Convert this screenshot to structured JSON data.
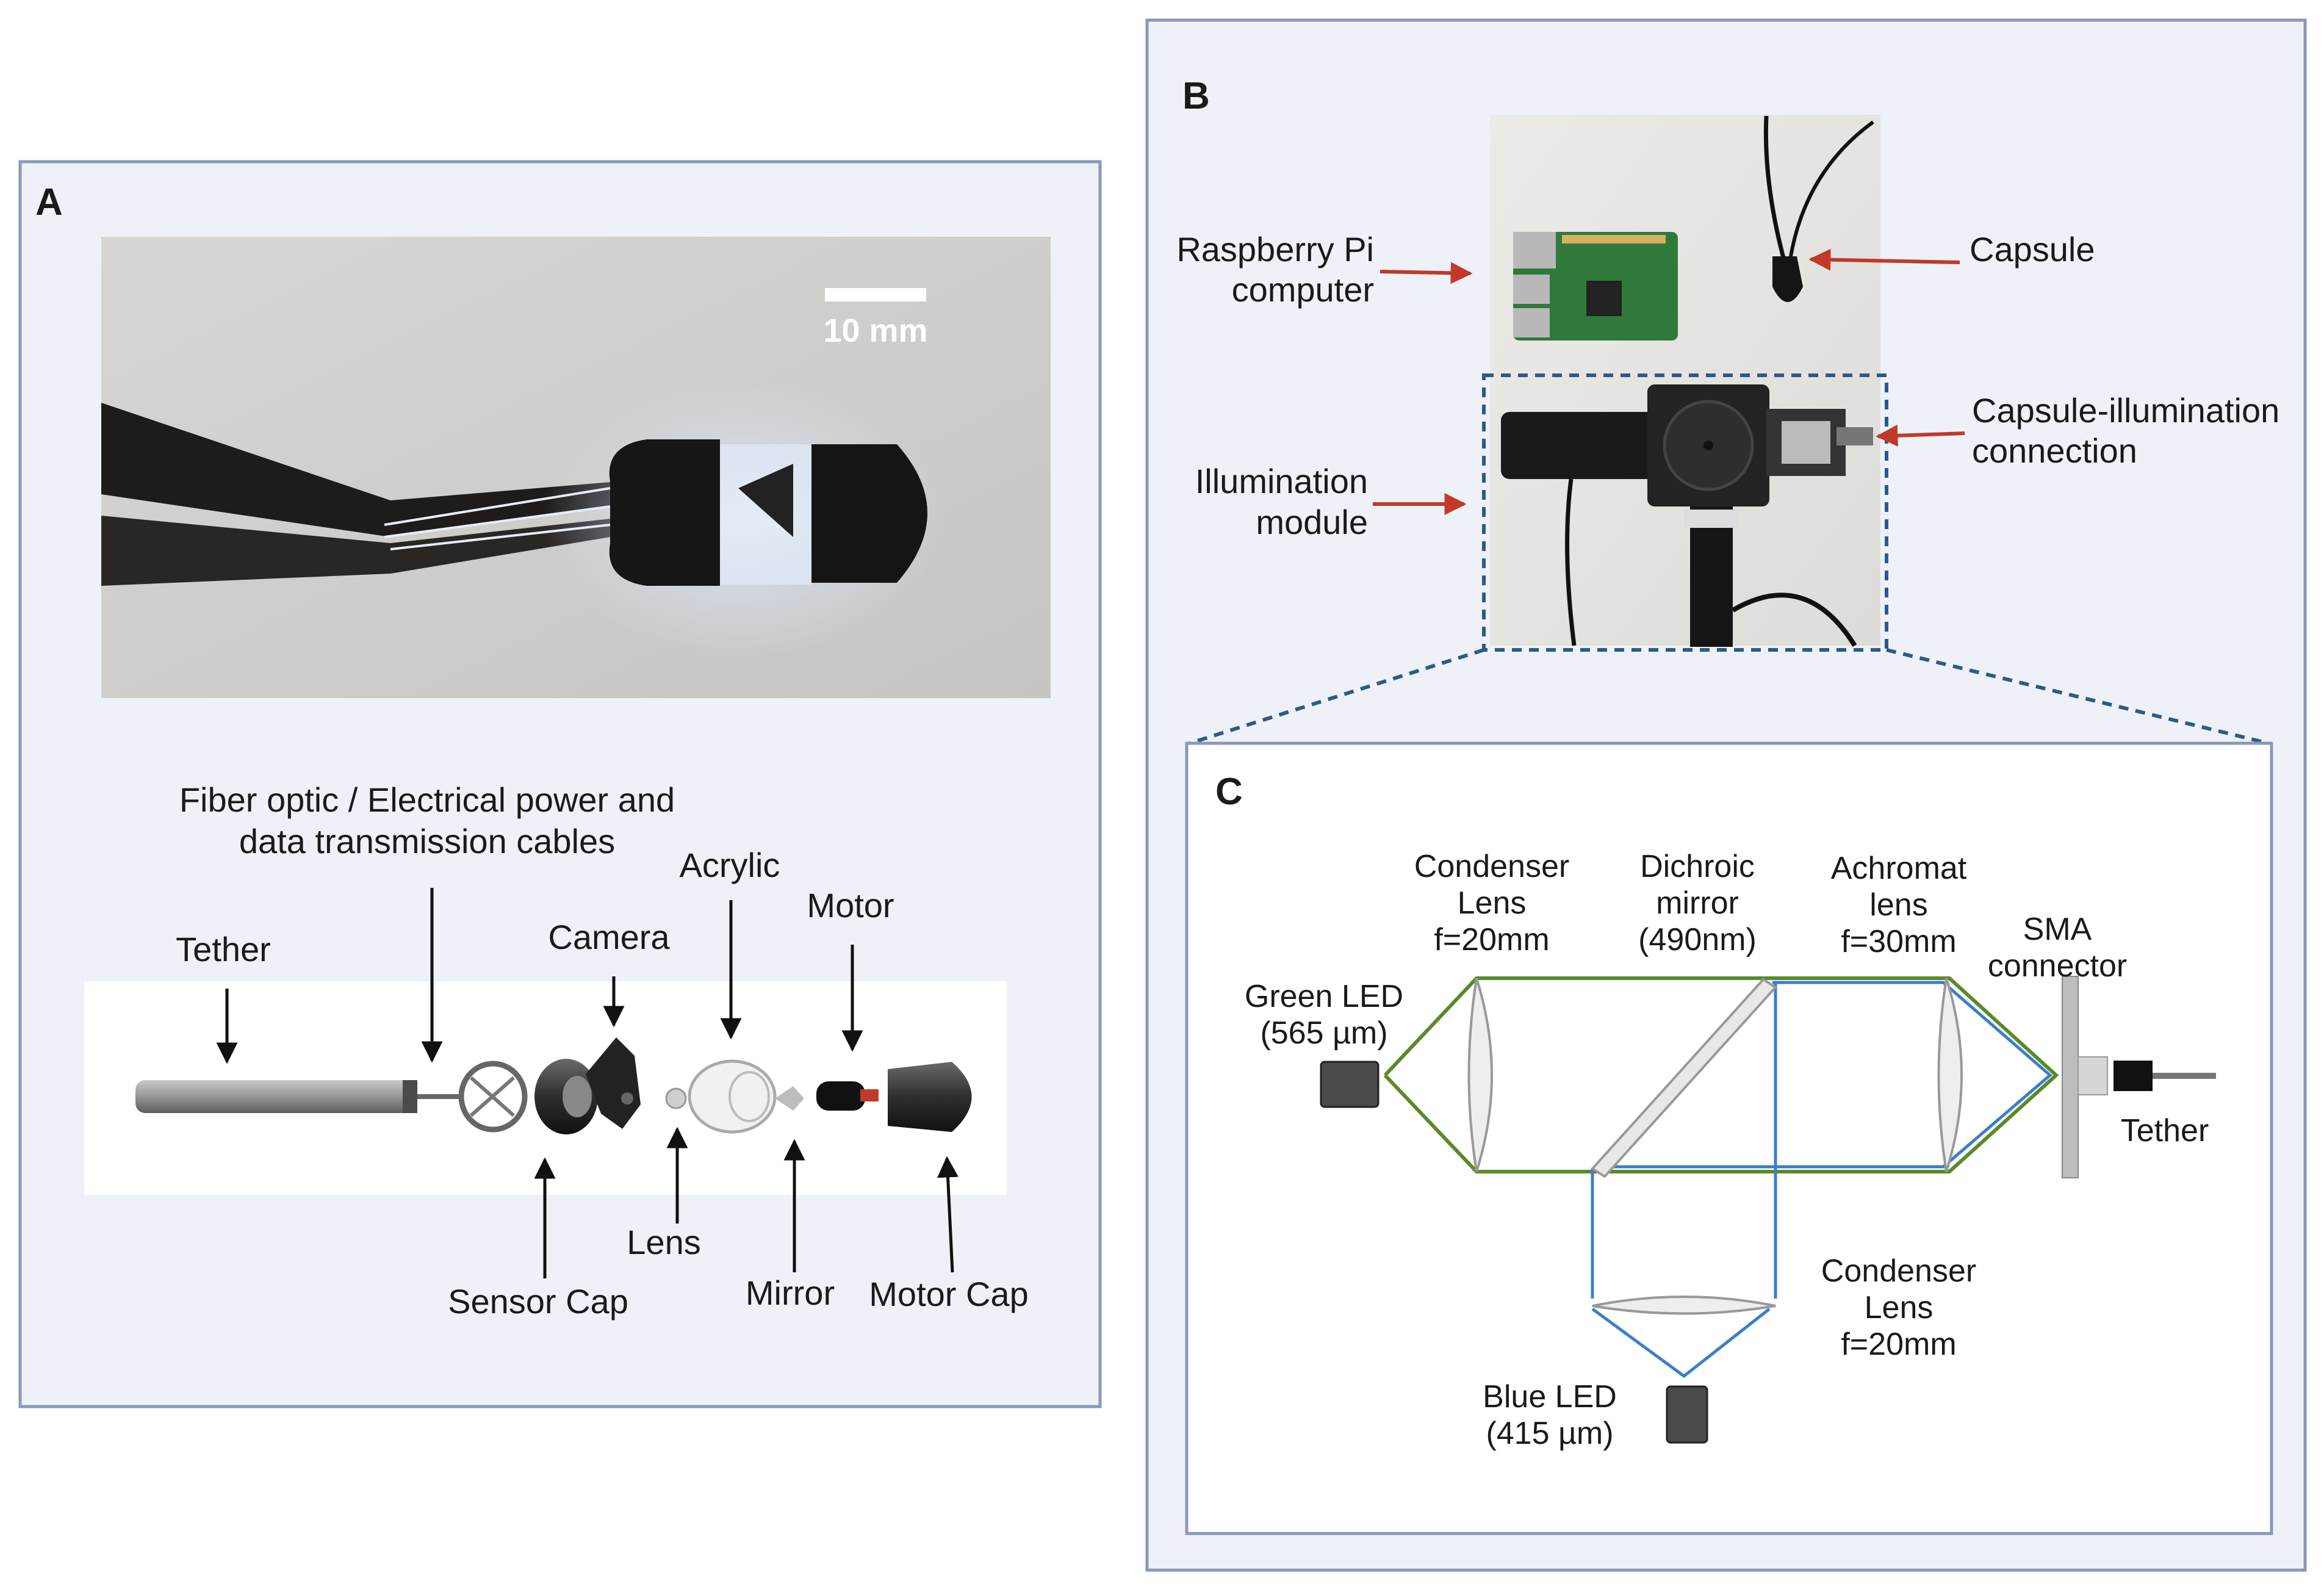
{
  "panelA": {
    "letter": "A",
    "scalebar": "10 mm",
    "labels": {
      "fiber_line1": "Fiber optic / Electrical power and",
      "fiber_line2": "data transmission cables",
      "tether": "Tether",
      "camera": "Camera",
      "acrylic": "Acrylic",
      "motor": "Motor",
      "sensor_cap": "Sensor Cap",
      "lens": "Lens",
      "mirror": "Mirror",
      "motor_cap": "Motor Cap"
    }
  },
  "panelB": {
    "letter": "B",
    "labels": {
      "rpi_line1": "Raspberry Pi",
      "rpi_line2": "computer",
      "capsule": "Capsule",
      "conn_line1": "Capsule-illumination",
      "conn_line2": "connection",
      "illum_line1": "Illumination",
      "illum_line2": "module"
    }
  },
  "panelC": {
    "letter": "C",
    "labels": {
      "cond1_line1": "Condenser",
      "cond1_line2": "Lens",
      "cond1_line3": "f=20mm",
      "dichroic_line1": "Dichroic",
      "dichroic_line2": "mirror",
      "dichroic_line3": "(490nm)",
      "achromat_line1": "Achromat",
      "achromat_line2": "lens",
      "achromat_line3": "f=30mm",
      "sma_line1": "SMA",
      "sma_line2": "connector",
      "green_line1": "Green LED",
      "green_line2": "(565 µm)",
      "tether": "Tether",
      "cond2_line1": "Condenser",
      "cond2_line2": "Lens",
      "cond2_line3": "f=20mm",
      "blue_line1": "Blue LED",
      "blue_line2": "(415 µm)"
    }
  },
  "colors": {
    "panel_border": "#8a98b8",
    "panel_bg": "#eef2f8",
    "arrow_red": "#c0392b",
    "dashed_blue": "#2c5a8a",
    "green_beam": "#5a8a2a",
    "blue_beam": "#3a7ec8"
  }
}
